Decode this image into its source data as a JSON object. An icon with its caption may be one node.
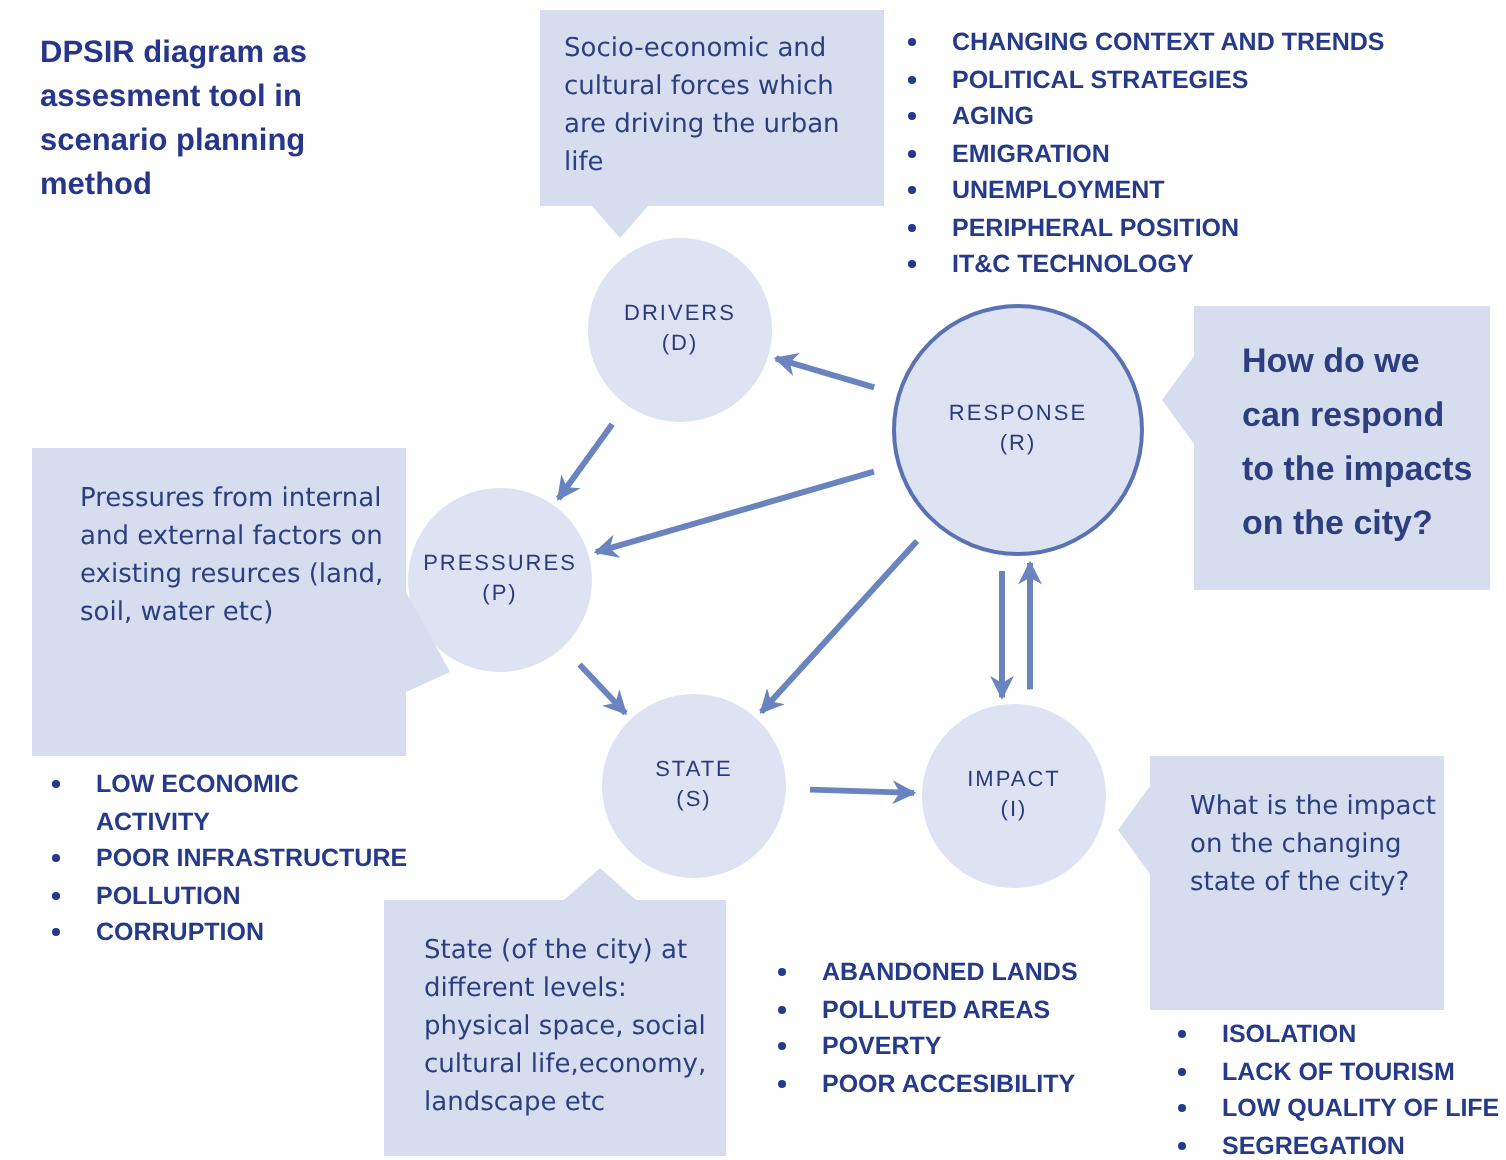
{
  "diagram": {
    "title": "DPSIR diagram as assesment tool in scenario planning method",
    "nodes": [
      {
        "text": [
          "DRIVERS",
          "(D)"
        ]
      },
      {
        "text": [
          "RESPONSE",
          "(R)"
        ]
      },
      {
        "text": [
          "PRESSURES",
          "(P)"
        ]
      },
      {
        "text": [
          "STATE",
          "(S)"
        ]
      },
      {
        "text": [
          "IMPACT",
          "(I)"
        ]
      },
      {
        "text": [
          "Socio-economic and cultural forces which are driving the urban life"
        ]
      },
      {
        "text": [
          "How do we can respond to the impacts on the city?"
        ]
      },
      {
        "text": [
          "Pressures from internal and external factors on existing resurces (land, soil, water etc)"
        ]
      },
      {
        "text": [
          "State (of the city) at different levels: physical space, social cultural life,economy, landscape etc"
        ]
      },
      {
        "text": [
          "What is the impact on the changing state of the city?"
        ]
      }
    ],
    "edges": [
      {
        "from": 1,
        "to": 0,
        "arrow": "to"
      },
      {
        "from": 0,
        "to": 2,
        "arrow": "to"
      },
      {
        "from": 1,
        "to": 2,
        "arrow": "to"
      },
      {
        "from": 2,
        "to": 3,
        "arrow": "to"
      },
      {
        "from": 1,
        "to": 3,
        "arrow": "to"
      },
      {
        "from": 3,
        "to": 4,
        "arrow": "to"
      },
      {
        "from": 1,
        "to": 4,
        "arrow": "to"
      },
      {
        "from": 4,
        "to": 1,
        "arrow": "to"
      }
    ],
    "labels": [
      "CHANGING CONTEXT AND TRENDS",
      "POLITICAL STRATEGIES",
      "AGING",
      "EMIGRATION",
      "UNEMPLOYMENT",
      "PERIPHERAL POSITION",
      "IT&C TECHNOLOGY",
      "LOW ECONOMIC ACTIVITY",
      "POOR INFRASTRUCTURE",
      "POLLUTION",
      "CORRUPTION",
      "ABANDONED LANDS",
      "POLLUTED AREAS",
      "POVERTY",
      "POOR ACCESIBILITY",
      "ISOLATION",
      "LACK OF TOURISM",
      "LOW QUALITY OF LIFE",
      "SEGREGATION"
    ]
  }
}
